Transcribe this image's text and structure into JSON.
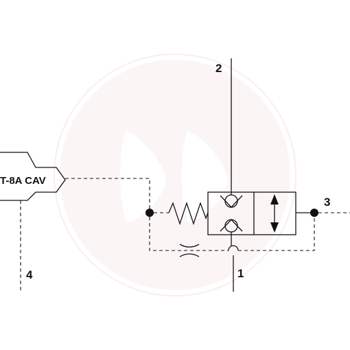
{
  "diagram": {
    "cavity_label": "T-8A CAV",
    "ports": {
      "p1": "1",
      "p2": "2",
      "p3": "3",
      "p4": "4"
    },
    "colors": {
      "line": "#111111",
      "watermark": "#f3d6d9"
    }
  }
}
